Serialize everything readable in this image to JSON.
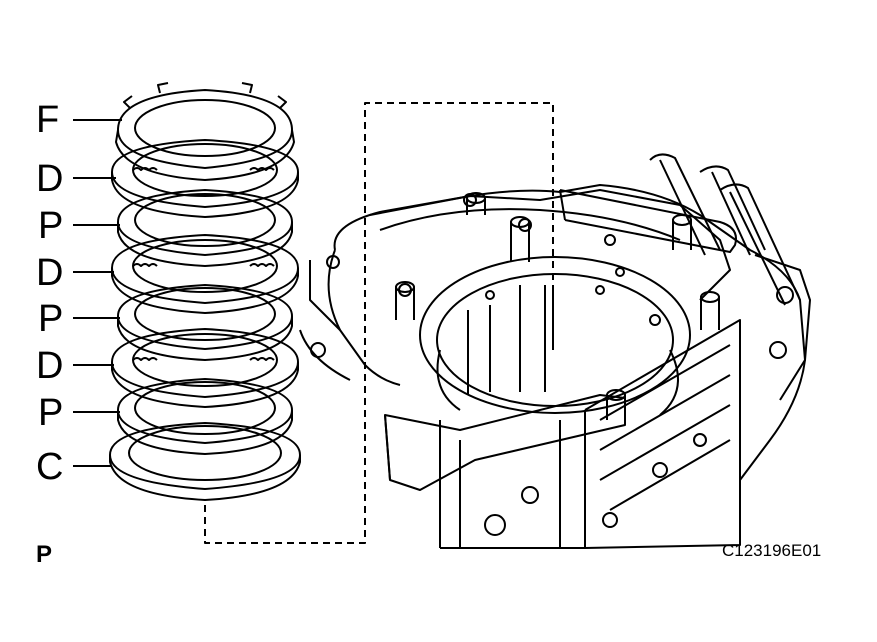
{
  "part_labels": [
    "F",
    "D",
    "P",
    "D",
    "P",
    "D",
    "P",
    "C"
  ],
  "bottom_label": "P",
  "figure_code": "C123196E01",
  "colors": {
    "line": "#000000",
    "background": "#ffffff"
  }
}
